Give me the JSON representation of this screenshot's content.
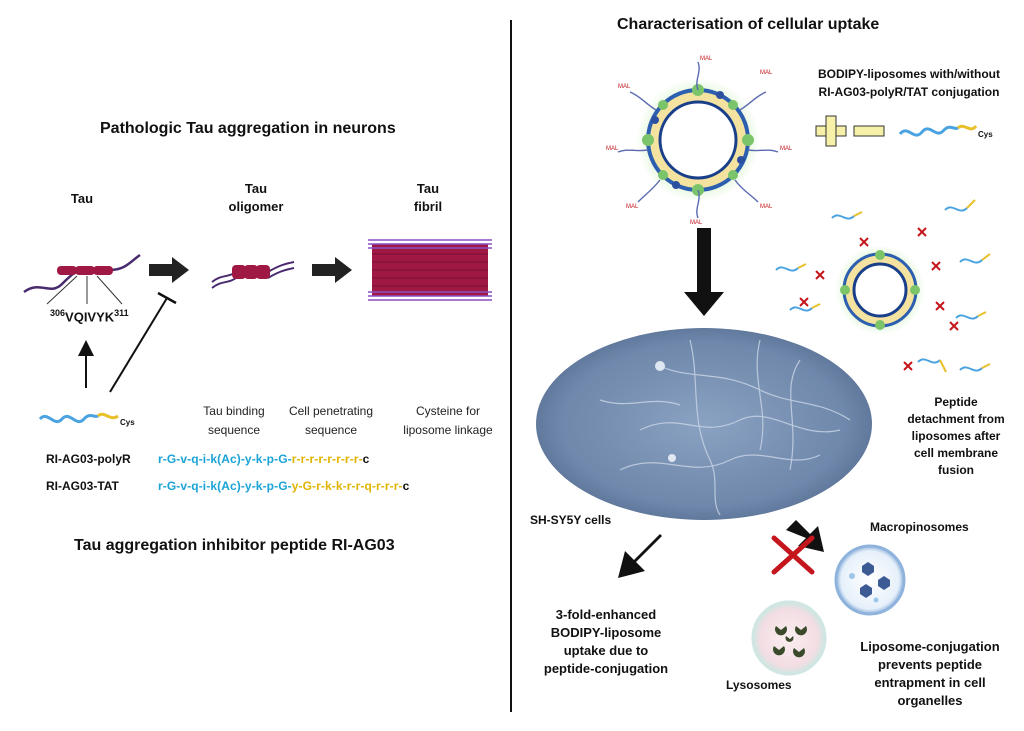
{
  "left": {
    "title_top": "Pathologic Tau aggregation in neurons",
    "tau_label": "Tau",
    "oligomer_label": [
      "Tau",
      "oligomer"
    ],
    "fibril_label": [
      "Tau",
      "fibril"
    ],
    "motif": {
      "sup_start": "306",
      "seq": "VQIVYK",
      "sup_end": "311"
    },
    "cys_label": "Cys",
    "col_headers": {
      "binding": [
        "Tau binding",
        "sequence"
      ],
      "penetrating": [
        "Cell penetrating",
        "sequence"
      ],
      "cysteine": [
        "Cysteine for",
        "liposome linkage"
      ]
    },
    "peptides": [
      {
        "name": "RI-AG03-polyR",
        "blue": "r-G-v-q-i-k(Ac)-y-k-p-G-",
        "yellow": "r-r-r-r-r-r-r-r-",
        "end": "c"
      },
      {
        "name": "RI-AG03-TAT",
        "blue": "r-G-v-q-i-k(Ac)-y-k-p-G-",
        "yellow": "y-G-r-k-k-r-r-q-r-r-r-",
        "end": "c"
      }
    ],
    "title_bottom": "Tau aggregation inhibitor peptide RI-AG03"
  },
  "right": {
    "title": "Characterisation of cellular uptake",
    "liposome_caption": [
      "BODIPY-liposomes with/without",
      "RI-AG03-polyR/TAT conjugation"
    ],
    "mal_label": "MAL",
    "cys_label": "Cys",
    "detach_caption": [
      "Peptide",
      "detachment from",
      "liposomes after",
      "cell membrane",
      "fusion"
    ],
    "cells_label": "SH-SY5Y cells",
    "uptake_caption": [
      "3-fold-enhanced",
      "BODIPY-liposome",
      "uptake due to",
      "peptide-conjugation"
    ],
    "macro_label": "Macropinosomes",
    "lyso_label": "Lysosomes",
    "prevent_caption": [
      "Liposome-conjugation",
      "prevents peptide",
      "entrapment in cell",
      "organelles"
    ]
  },
  "colors": {
    "peptide_blue": "#1aa3d6",
    "peptide_yellow": "#e0b400",
    "tau_red": "#a01844",
    "fibril_purple": "#8a4fc4",
    "cross_red": "#c4161c"
  }
}
